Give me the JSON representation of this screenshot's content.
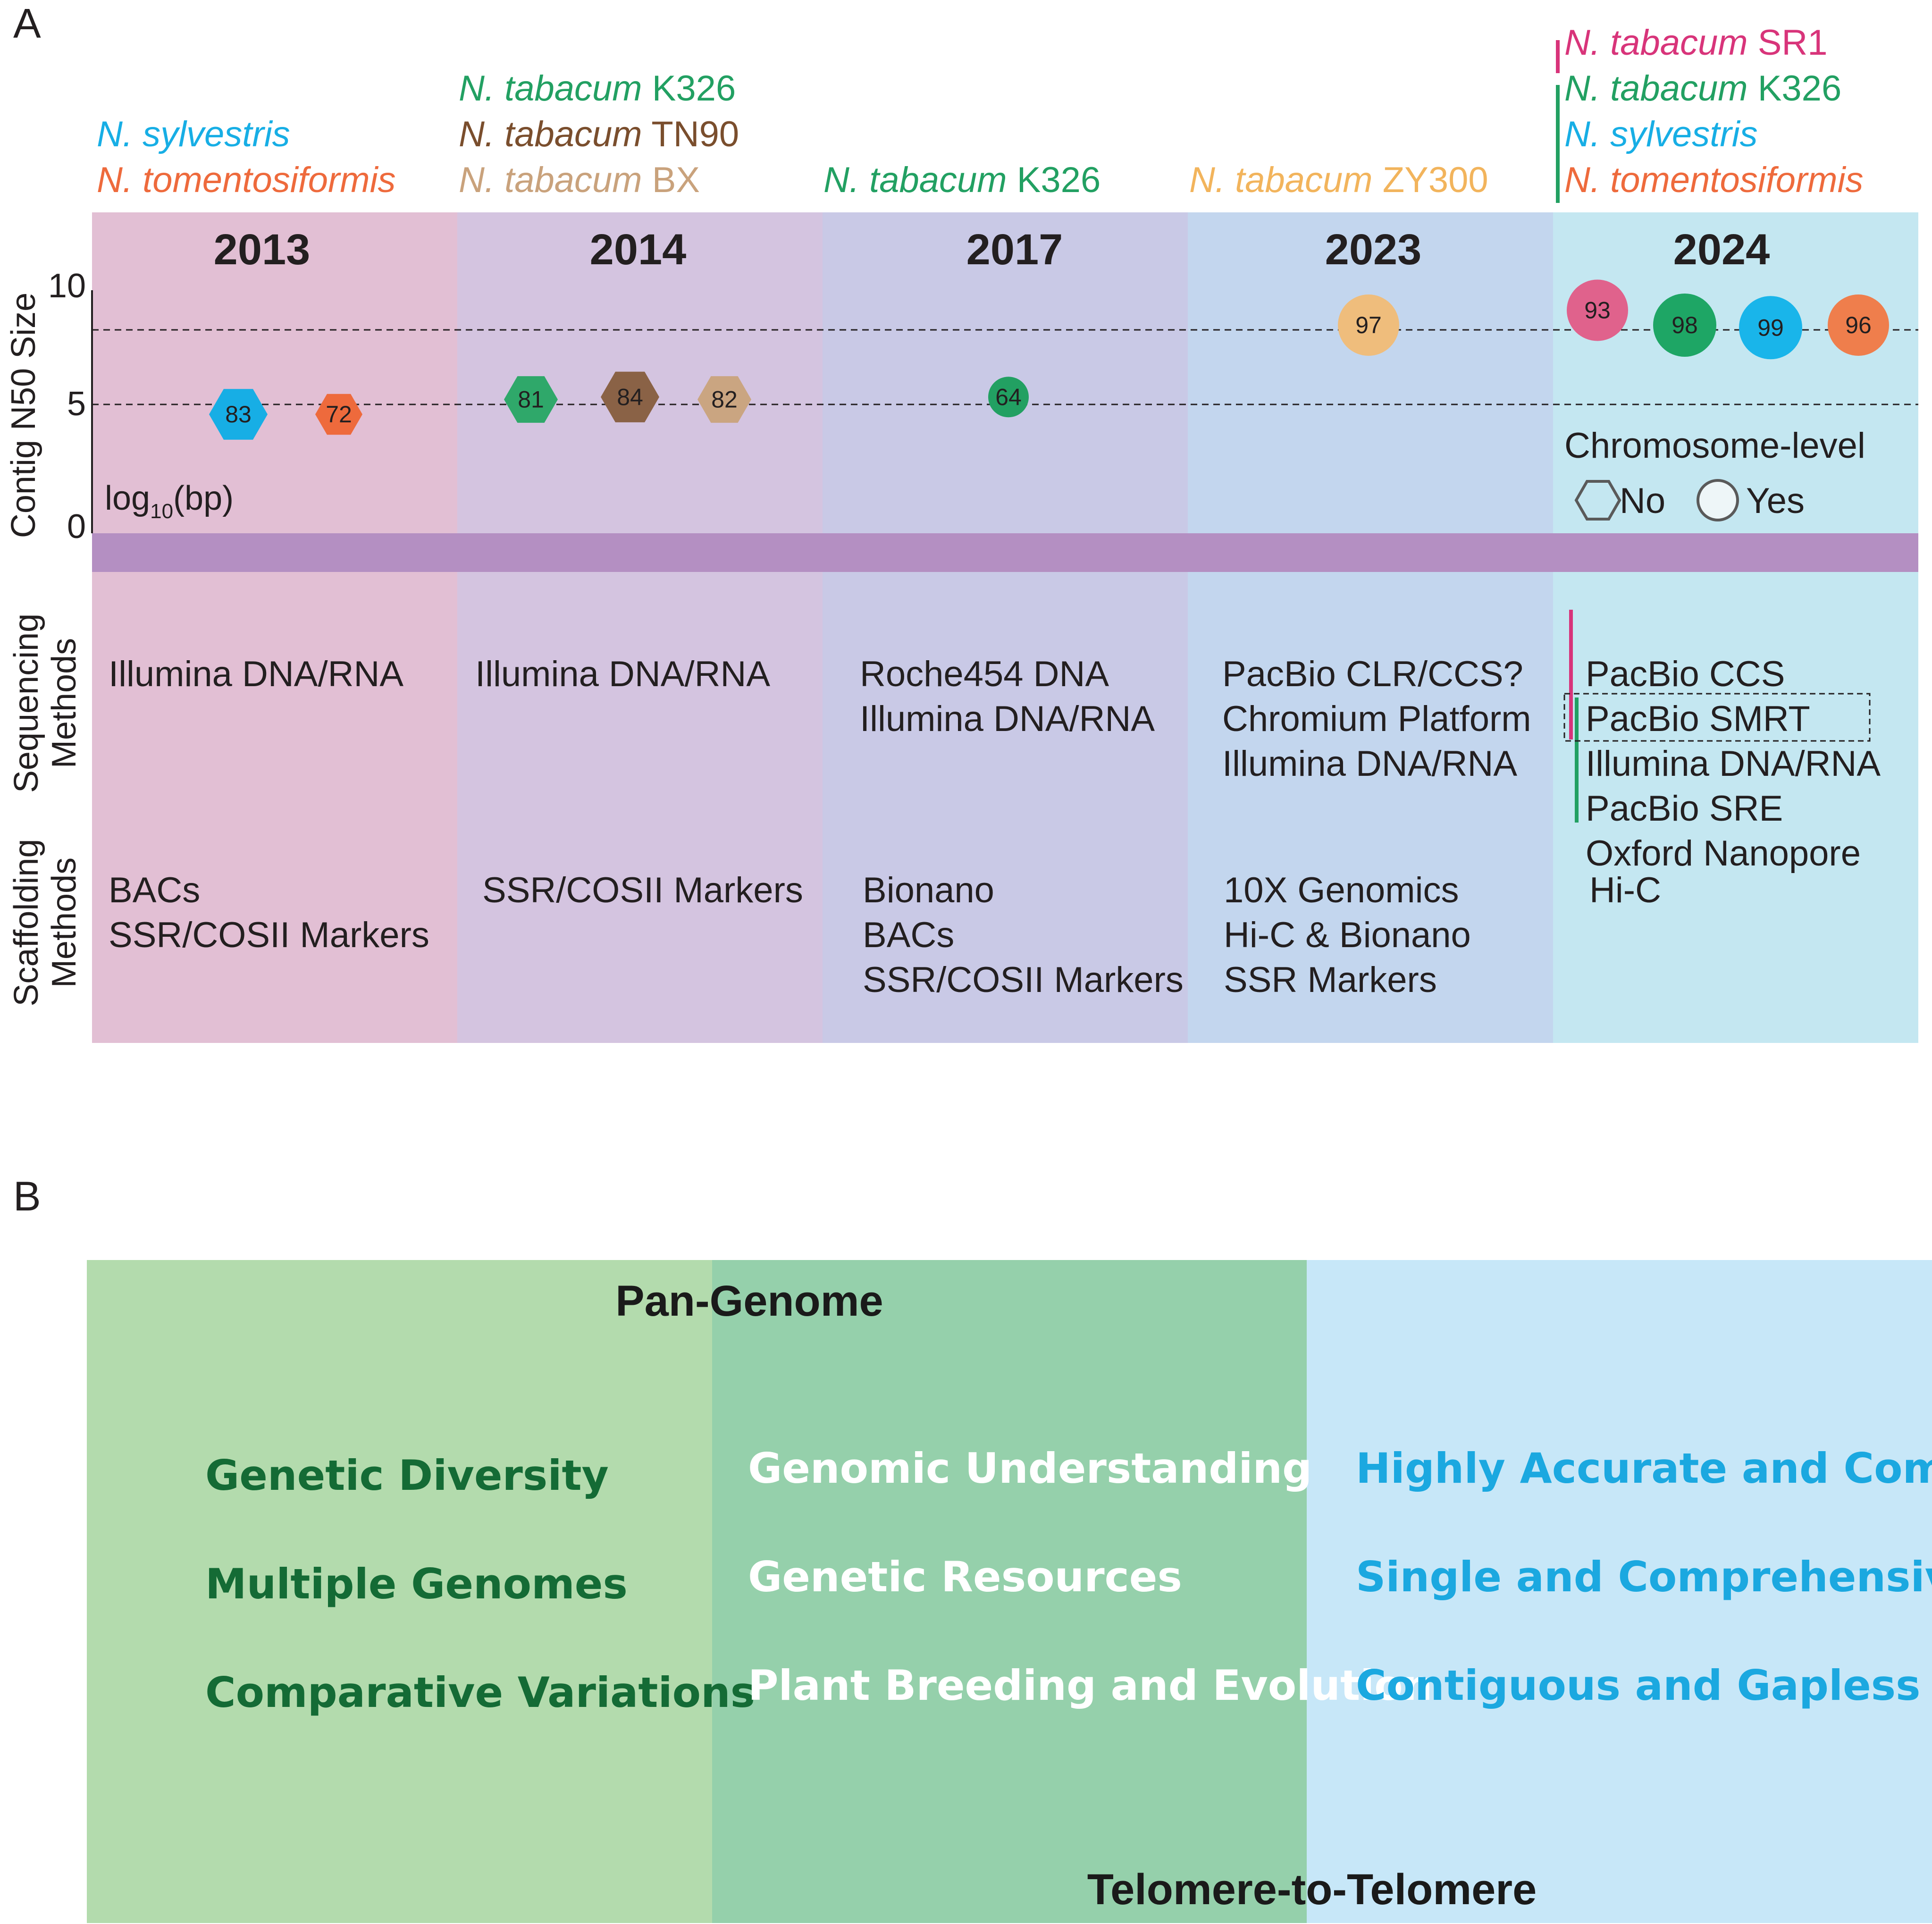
{
  "panel_a": {
    "letter": "A",
    "axis": {
      "title": "Contig N50 Size",
      "unit_main": "log",
      "unit_sub": "10",
      "unit_tail": "(bp)",
      "ticks": [
        "10",
        "5",
        "0"
      ]
    },
    "years": [
      "2013",
      "2014",
      "2017",
      "2023",
      "2024"
    ],
    "species_headers": [
      [
        {
          "italic": "N. sylvestris",
          "plain": "",
          "color": "#17aee5"
        },
        {
          "italic": "N. tomentosiformis",
          "plain": "",
          "color": "#ee6a3c"
        }
      ],
      [
        {
          "italic": "N. tabacum",
          "plain": " K326",
          "color": "#22a062"
        },
        {
          "italic": "N. tabacum",
          "plain": " TN90",
          "color": "#7a4e2d"
        },
        {
          "italic": "N. tabacum",
          "plain": " BX",
          "color": "#c9a27c"
        }
      ],
      [
        {
          "italic": "N. tabacum",
          "plain": " K326",
          "color": "#22a062"
        }
      ],
      [
        {
          "italic": "N. tabacum",
          "plain": " ZY300",
          "color": "#f2b45c"
        }
      ],
      [
        {
          "italic": "N. tabacum",
          "plain": " SR1",
          "color": "#d8347a"
        },
        {
          "italic": "N. tabacum",
          "plain": " K326",
          "color": "#22a062"
        },
        {
          "italic": "N. sylvestris",
          "plain": "",
          "color": "#17aee5"
        },
        {
          "italic": "N. tomentosiformis",
          "plain": "",
          "color": "#ee6a3c"
        }
      ]
    ],
    "assemblies": [
      {
        "label": "83",
        "year": "2013",
        "shape": "hexagon",
        "color": "#17aee5",
        "n50_log10": 4.8
      },
      {
        "label": "72",
        "year": "2013",
        "shape": "hexagon",
        "color": "#ee6a3c",
        "n50_log10": 4.8
      },
      {
        "label": "81",
        "year": "2014",
        "shape": "hexagon",
        "color": "#2fa86a",
        "n50_log10": 5.4
      },
      {
        "label": "84",
        "year": "2014",
        "shape": "hexagon",
        "color": "#8a6246",
        "n50_log10": 5.5
      },
      {
        "label": "82",
        "year": "2014",
        "shape": "hexagon",
        "color": "#caa581",
        "n50_log10": 5.4
      },
      {
        "label": "64",
        "year": "2017",
        "shape": "circle",
        "color": "#22a062",
        "n50_log10": 5.5
      },
      {
        "label": "97",
        "year": "2023",
        "shape": "circle",
        "color": "#efbd7c",
        "n50_log10": 8.4
      },
      {
        "label": "93",
        "year": "2024",
        "shape": "circle",
        "color": "#e0628c",
        "n50_log10": 9.0
      },
      {
        "label": "98",
        "year": "2024",
        "shape": "circle",
        "color": "#1ea665",
        "n50_log10": 8.4
      },
      {
        "label": "99",
        "year": "2024",
        "shape": "circle",
        "color": "#19b5ea",
        "n50_log10": 8.3
      },
      {
        "label": "96",
        "year": "2024",
        "shape": "circle",
        "color": "#ef7e4c",
        "n50_log10": 8.4
      }
    ],
    "legend": {
      "title": "Chromosome-level",
      "no": "No",
      "yes": "Yes"
    },
    "row_labels": {
      "sequencing": [
        "Sequencing",
        "Methods"
      ],
      "scaffolding": [
        "Scaffolding",
        "Methods"
      ]
    },
    "sequencing_methods": [
      [
        "Illumina DNA/RNA"
      ],
      [
        "Illumina DNA/RNA"
      ],
      [
        "Roche454 DNA",
        "Illumina DNA/RNA"
      ],
      [
        "PacBio CLR/CCS?",
        "Chromium Platform",
        "Illumina DNA/RNA"
      ],
      [
        "PacBio CCS",
        "PacBio SMRT",
        "Illumina DNA/RNA",
        "PacBio SRE",
        "Oxford Nanopore"
      ]
    ],
    "scaffolding_methods": [
      [
        "BACs",
        "SSR/COSII Markers"
      ],
      [
        "SSR/COSII Markers"
      ],
      [
        "Bionano",
        "BACs",
        "SSR/COSII Markers"
      ],
      [
        "10X Genomics",
        "Hi-C & Bionano",
        "SSR Markers"
      ],
      [
        "Hi-C"
      ]
    ],
    "colors": {
      "col_2013": "#e2bfd4",
      "col_2014": "#d4c4e0",
      "col_2017": "#c9c9e6",
      "col_2023": "#c3d6ee",
      "col_2024": "#c4e7f1",
      "divider": "#b48fc2",
      "sr1": "#d8347a",
      "k326": "#22a062"
    }
  },
  "panel_b": {
    "letter": "B",
    "title_top": "Pan-Genome",
    "title_bottom": "Telomere-to-Telomere",
    "left_items": [
      "Genetic Diversity",
      "Multiple Genomes",
      "Comparative Variations"
    ],
    "middle_items": [
      "Genomic Understanding",
      "Genetic Resources",
      "Plant Breeding and Evolution"
    ],
    "right_items": [
      "Highly Accurate and Complete",
      "Single and Comprehensive",
      "Contiguous and Gapless"
    ],
    "colors": {
      "left_bg": "#b3dbad",
      "middle_bg": "#95d0ab",
      "right_bg": "#c7e7f8",
      "left_text": "#146b35",
      "middle_text": "#ffffff",
      "right_text": "#1ba8e0"
    }
  }
}
